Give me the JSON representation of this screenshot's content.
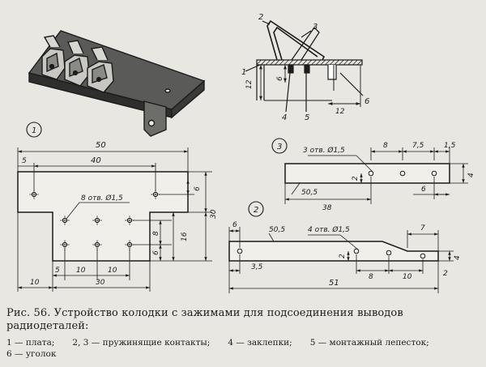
{
  "figure": {
    "caption": "Рис. 56. Устройство колодки с зажимами для подсоединения выводов радиодеталей:",
    "legend": [
      "1 — плата;",
      "2, 3 — пружинящие контакты;",
      "4 — заклепки;",
      "5 — монтажный лепесток;",
      "6 — уголок"
    ]
  },
  "assembly_view": {
    "callouts": [
      "1",
      "2",
      "3",
      "4",
      "5",
      "6"
    ],
    "dims": [
      "12",
      "6",
      "12"
    ]
  },
  "part1_plate": {
    "number": "1",
    "holes_label": "8 отв. Ø1,5",
    "dims": [
      "50",
      "40",
      "5",
      "6",
      "30",
      "16",
      "8",
      "6",
      "5",
      "10",
      "10",
      "10",
      "30"
    ]
  },
  "part3_contact": {
    "number": "3",
    "holes_label": "3 отв. Ø1,5",
    "dims": [
      "8",
      "7,5",
      "1,5",
      "2",
      "4",
      "50,5",
      "38",
      "6"
    ]
  },
  "part2_contact": {
    "number": "2",
    "holes_label": "4 отв. Ø1,5",
    "dims": [
      "6",
      "50,5",
      "7",
      "2",
      "3,5",
      "8",
      "10",
      "2",
      "4",
      "51"
    ]
  }
}
